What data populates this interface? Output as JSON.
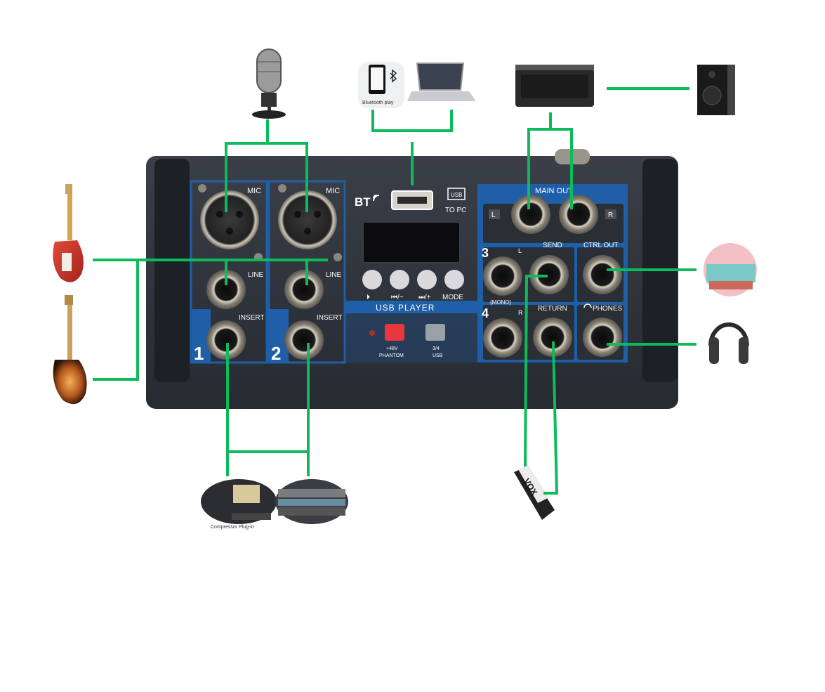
{
  "mixer": {
    "bt_label": "BT",
    "usb_label": "USB",
    "to_pc_label": "TO PC",
    "usb_player_label": "USB PLAYER",
    "player_buttons": [
      "⏵",
      "⏮/−",
      "⏭/+",
      "MODE"
    ],
    "phantom_label": "+48V",
    "phantom_label2": "PHANTOM",
    "switch_label1": "3/4",
    "switch_label2": "USB",
    "main_out_label": "MAIN OUT",
    "main_out_l": "L",
    "main_out_r": "R",
    "send_label": "SEND",
    "ctrl_out_label": "CTRL OUT",
    "return_label": "RETURN",
    "phones_label": "PHONES",
    "mono_label": "(MONO)",
    "ch3_number": "3",
    "ch4_number": "4",
    "ch3_side": "L",
    "ch4_side": "R",
    "channels": [
      {
        "number": "1",
        "mic_label": "MIC",
        "line_label": "LINE",
        "insert_label": "INSERT"
      },
      {
        "number": "2",
        "mic_label": "MIC",
        "line_label": "LINE",
        "insert_label": "INSERT"
      }
    ]
  },
  "devices": {
    "bluetooth_phone_caption": "Bluetooth play",
    "plugin_caption": "Compressor Plug-in",
    "wah_pedal_brand": "VOX"
  },
  "colors": {
    "cable": "#0dbb5a",
    "panel_blue": "#1e5fa8",
    "chassis": "#2e3138",
    "phantom_button": "#e8383d"
  }
}
